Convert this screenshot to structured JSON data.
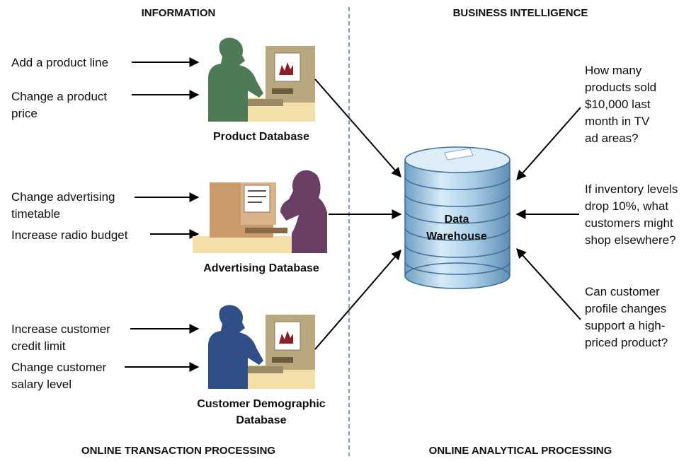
{
  "headers": {
    "top_left": "INFORMATION",
    "top_right": "BUSINESS INTELLIGENCE",
    "bottom_left": "ONLINE TRANSACTION PROCESSING",
    "bottom_right": "ONLINE ANALYTICAL PROCESSING"
  },
  "inputs": {
    "product_1": "Add a product line",
    "product_2a": "Change a product",
    "product_2b": "price",
    "advertising_1a": "Change advertising",
    "advertising_1b": "timetable",
    "advertising_2": "Increase radio budget",
    "customer_1a": "Increase customer",
    "customer_1b": "credit limit",
    "customer_2a": "Change customer",
    "customer_2b": "salary level"
  },
  "databases": {
    "product": "Product Database",
    "advertising": "Advertising Database",
    "customer_a": "Customer Demographic",
    "customer_b": "Database"
  },
  "warehouse": {
    "line1": "Data",
    "line2": "Warehouse"
  },
  "questions": {
    "q1": [
      "How many",
      "products sold",
      "$10,000 last",
      "month in TV",
      "ad areas?"
    ],
    "q2": [
      "If inventory levels",
      "drop 10%, what",
      "customers might",
      "shop elsewhere?"
    ],
    "q3": [
      "Can customer",
      "profile changes",
      "support a high-",
      "priced product?"
    ]
  },
  "colors": {
    "product_person": "#4e7a55",
    "advertising_person": "#6b3f63",
    "customer_person": "#2f4f86",
    "computer": "#b9a77f",
    "desk": "#f3dfaa",
    "warehouse": "#9fc4de",
    "divider": "#5b7fa6"
  },
  "icons": [
    "arrow-right-icon",
    "computer-user-icon",
    "database-cylinder-icon"
  ]
}
